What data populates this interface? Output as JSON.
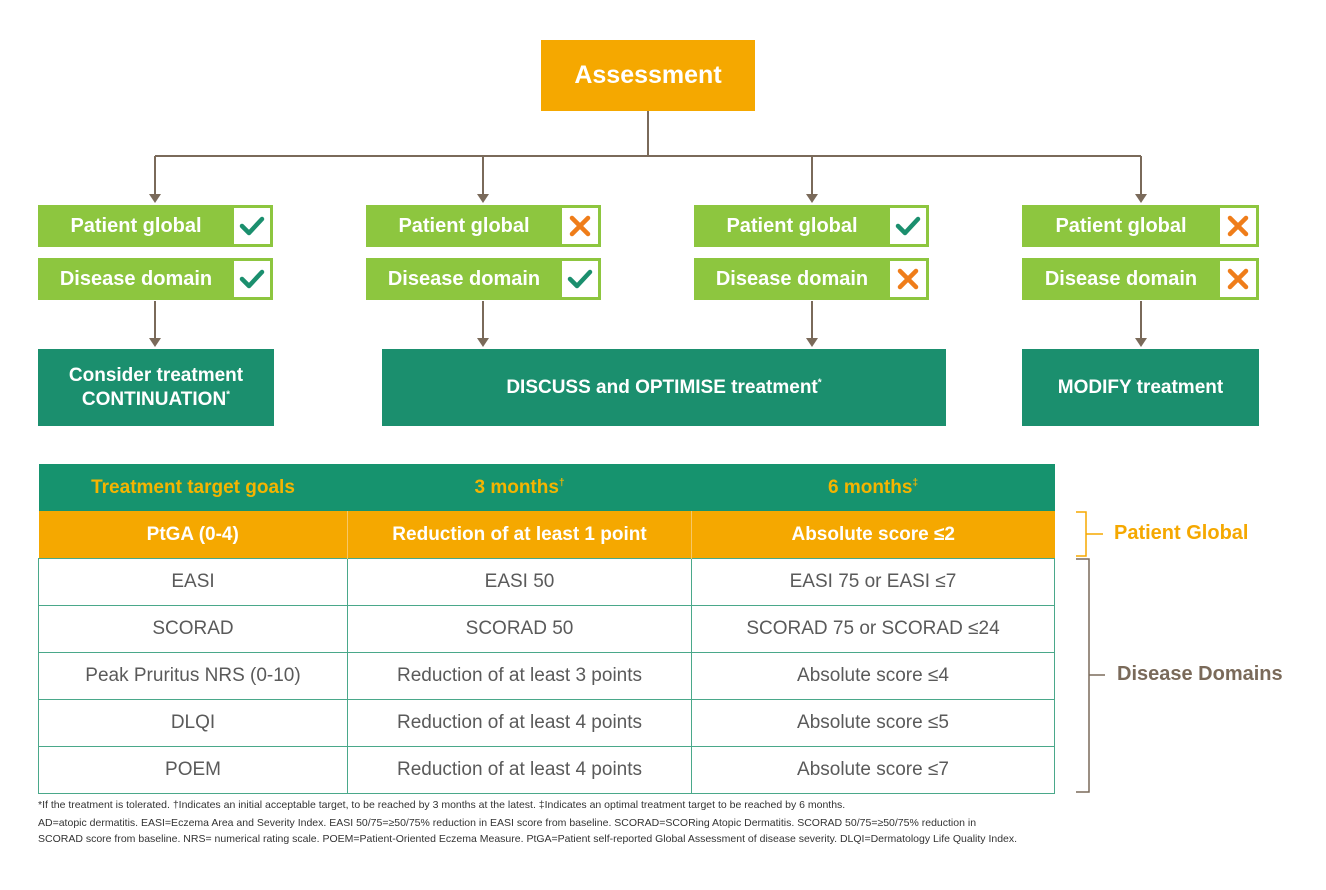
{
  "assessment": "Assessment",
  "criteria_labels": {
    "patient": "Patient global",
    "disease": "Disease domain"
  },
  "columns": [
    {
      "patient": "check",
      "disease": "check"
    },
    {
      "patient": "cross",
      "disease": "check"
    },
    {
      "patient": "check",
      "disease": "cross"
    },
    {
      "patient": "cross",
      "disease": "cross"
    }
  ],
  "outcomes": {
    "continuation_line1": "Consider treatment",
    "continuation_line2": "CONTINUATION",
    "continuation_mark": "*",
    "discuss": "DISCUSS and OPTIMISE treatment",
    "discuss_mark": "*",
    "modify": "MODIFY treatment"
  },
  "table": {
    "headers": [
      "Treatment target goals",
      "3 months",
      "6 months"
    ],
    "header_marks": [
      "",
      "†",
      "‡"
    ],
    "patient_row": [
      "PtGA (0-4)",
      "Reduction of at least 1 point",
      "Absolute score ≤2"
    ],
    "rows": [
      [
        "EASI",
        "EASI 50",
        "EASI 75 or EASI ≤7"
      ],
      [
        "SCORAD",
        "SCORAD 50",
        "SCORAD 75 or SCORAD ≤24"
      ],
      [
        "Peak Pruritus NRS (0-10)",
        "Reduction of at least 3 points",
        "Absolute score ≤4"
      ],
      [
        "DLQI",
        "Reduction of at least 4 points",
        "Absolute score ≤5"
      ],
      [
        "POEM",
        "Reduction of at least 4 points",
        "Absolute score ≤7"
      ]
    ]
  },
  "group_labels": {
    "patient_global": "Patient Global",
    "disease_domains": "Disease Domains"
  },
  "footnotes": [
    "*If the treatment is tolerated. †Indicates an initial acceptable target, to be reached by 3 months at the latest. ‡Indicates an optimal treatment target to be reached by 6 months.",
    "AD=atopic dermatitis. EASI=Eczema Area and Severity Index. EASI 50/75=≥50/75% reduction in EASI score from baseline. SCORAD=SCORing Atopic Dermatitis. SCORAD 50/75=≥50/75% reduction in",
    "SCORAD score from baseline. NRS= numerical rating scale. POEM=Patient-Oriented Eczema Measure. PtGA=Patient self-reported Global Assessment of disease severity. DLQI=Dermatology Life Quality Index."
  ],
  "colors": {
    "orange": "#f5a800",
    "green": "#8dc63f",
    "teal": "#1b8f6e",
    "check": "#1b8f6e",
    "cross": "#ef7d1a",
    "connector": "#7a6a5a"
  }
}
